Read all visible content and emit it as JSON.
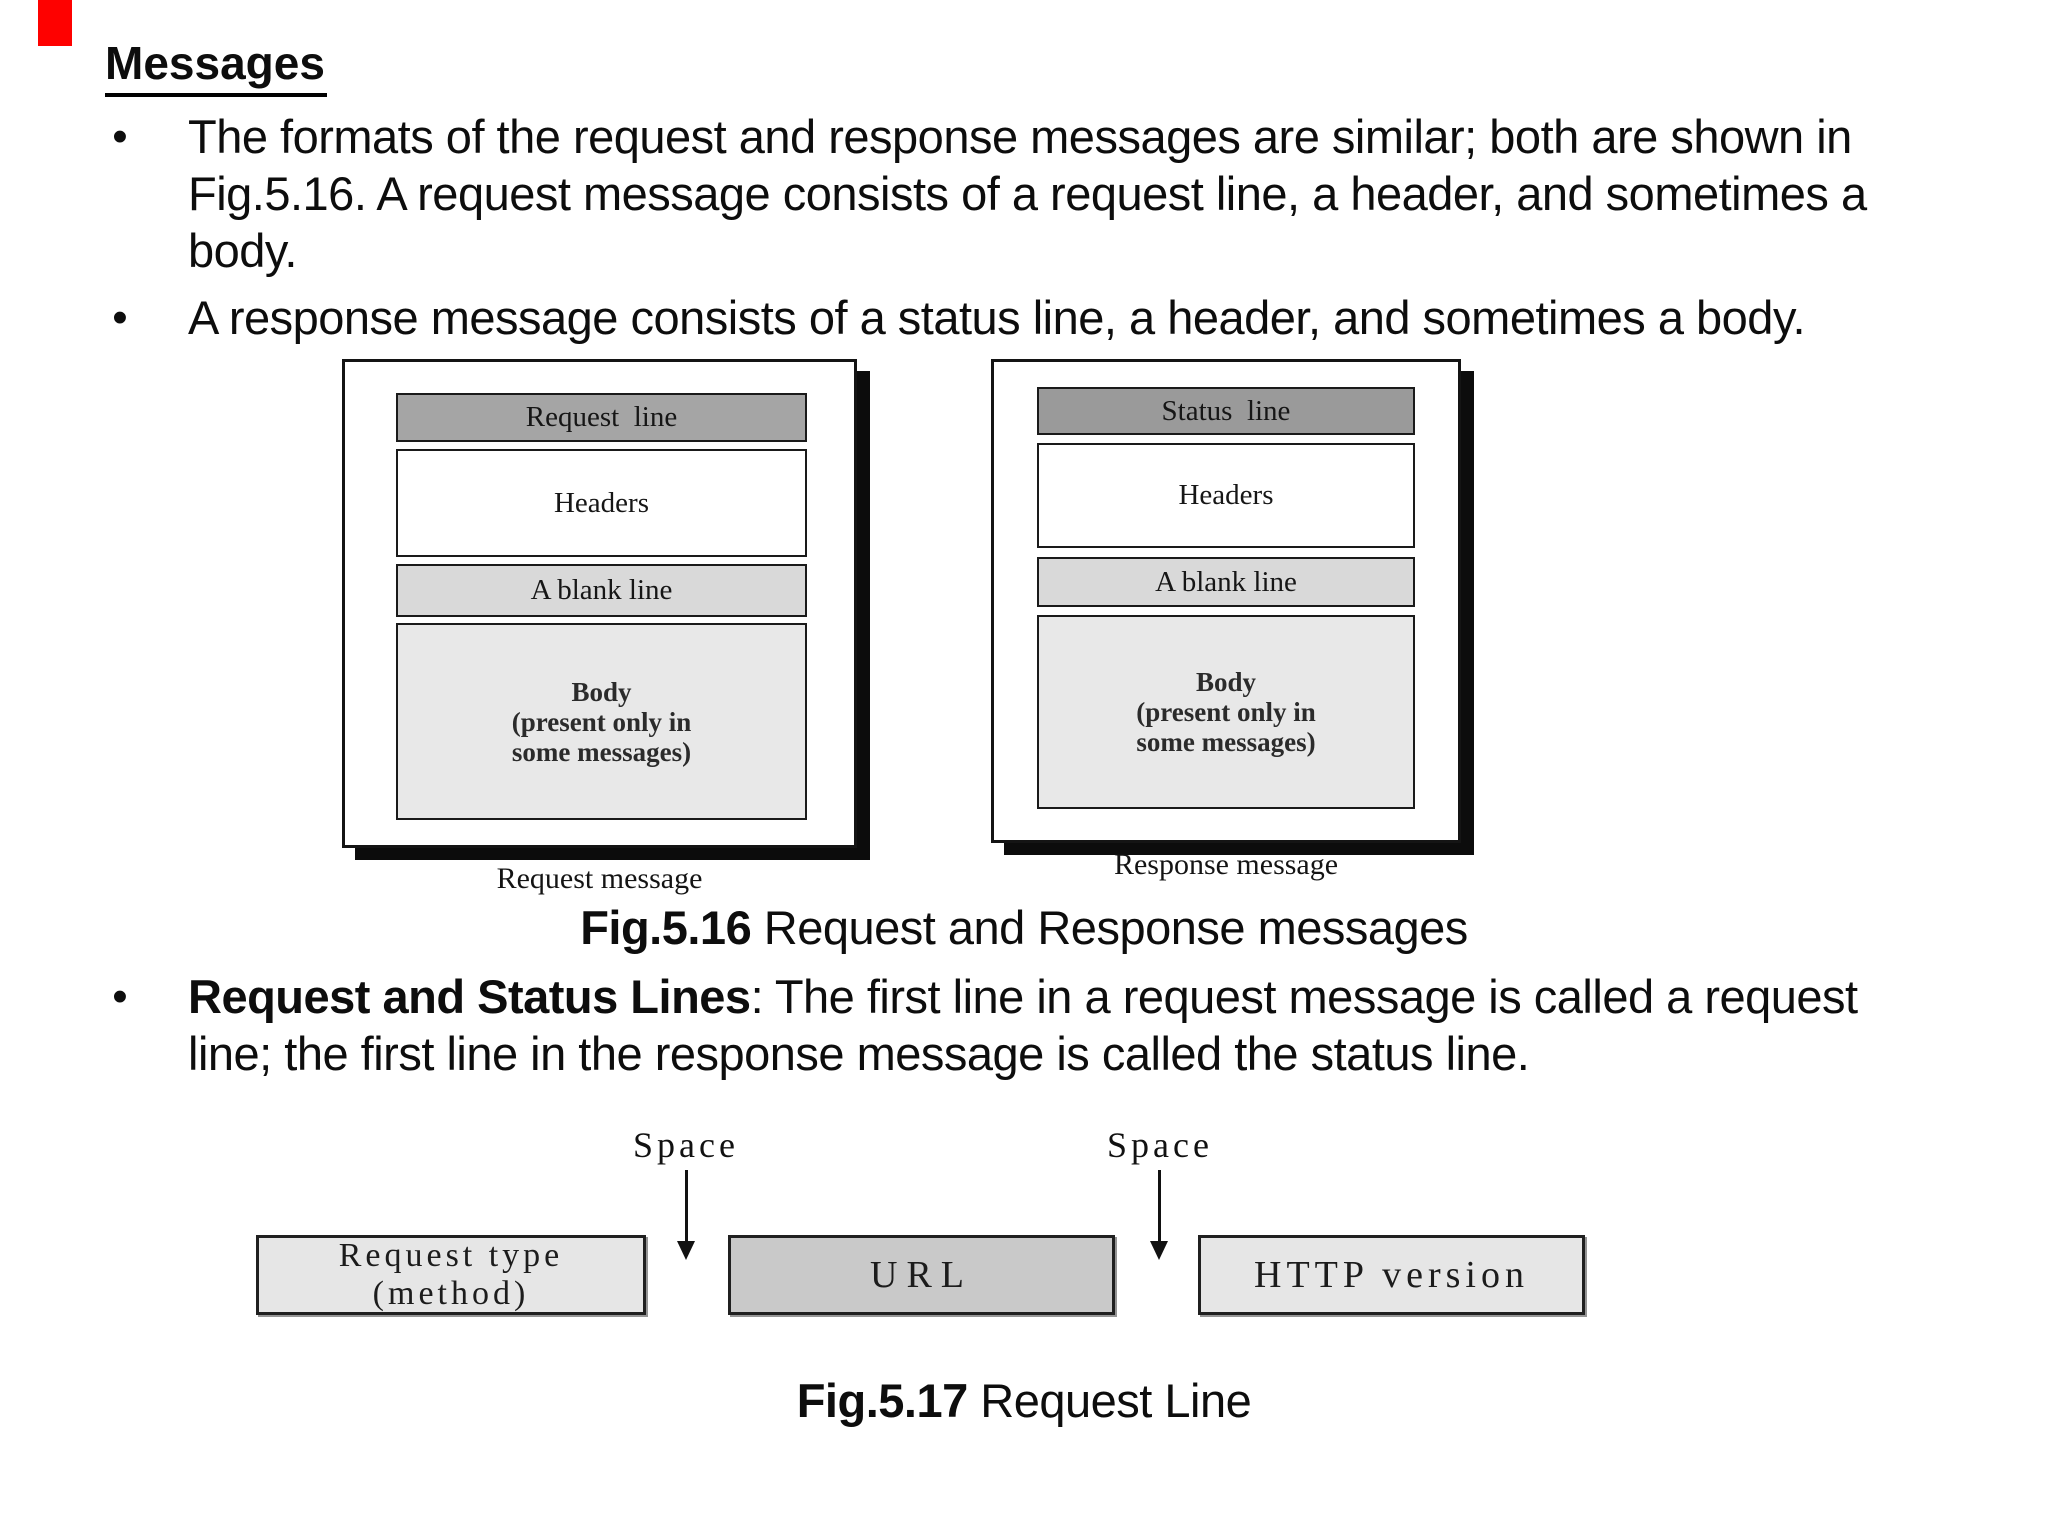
{
  "slide": {
    "title": "Messages",
    "bullet_marker": "•"
  },
  "bullets": {
    "b1_lines": [
      "The formats of the request and response messages are similar; both are shown in",
      "Fig.5.16. A request message consists of a request line, a header, and sometimes a",
      "body."
    ],
    "b2_line": "A response message consists of a status line, a header, and sometimes a body.",
    "b3_bold": "Request and Status Lines",
    "b3_line1_rest": ": The first line in a request message is called a request",
    "b3_line2": "line; the first line in the response message is called the status line."
  },
  "fig516": {
    "request": {
      "top_label": "Request  line",
      "headers_label": "Headers",
      "blank_label": "A blank line",
      "body_lines": [
        "Body",
        "(present only in",
        "some messages)"
      ],
      "caption": "Request message"
    },
    "response": {
      "top_label": "Status  line",
      "headers_label": "Headers",
      "blank_label": "A blank line",
      "body_lines": [
        "Body",
        "(present only in",
        "some messages)"
      ],
      "caption": "Response message"
    },
    "caption_bold": "Fig.5.16",
    "caption_rest": " Request and Response messages"
  },
  "fig517": {
    "space_left": "Space",
    "space_right": "Space",
    "box_request_type_lines": [
      "Request type",
      "(method)"
    ],
    "box_url": "URL",
    "box_http_version": "HTTP version",
    "caption_bold": "Fig.5.17",
    "caption_rest": " Request Line"
  },
  "colors": {
    "accent_red": "#fe0100",
    "request_line_fill": "#a5a5a5",
    "status_line_fill": "#9a9a9a",
    "blank_line_fill": "#d9d9d9",
    "body_fill": "#e8e8e8",
    "url_box_fill": "#c9c9c9",
    "outer_box_fill": "#e6e6e6",
    "border_dark": "#141414"
  }
}
